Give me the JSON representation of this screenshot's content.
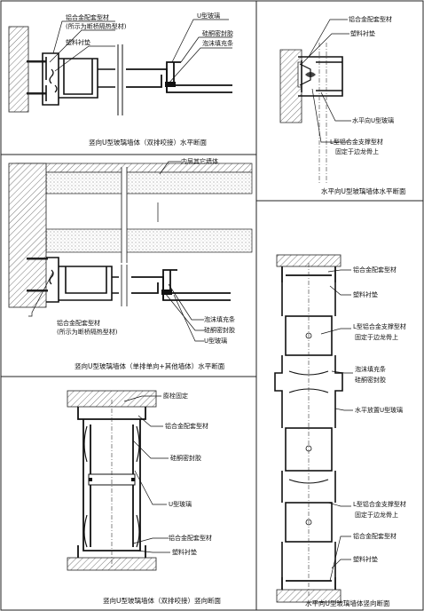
{
  "panels": {
    "p1": {
      "caption": "竖向U型玻璃墙体（双排咬接）水平断面",
      "labels": {
        "l1": "铝合金配套型材",
        "l2": "(所示为断桥隔热型材)",
        "l3": "塑料衬垫",
        "l4": "U型玻璃",
        "l5": "硅酮密封胶",
        "l6": "泡沫填充条"
      }
    },
    "p2": {
      "caption": "水平向U型玻璃墙体水平断面",
      "labels": {
        "l1": "铝合金配套型材",
        "l2": "塑料衬垫",
        "l3": "水平向U型玻璃",
        "l4": "L型铝合金支撑型材",
        "l5": "固定于边龙骨上"
      }
    },
    "p3": {
      "caption": "竖向U型玻璃墙体（单排单向+其他墙体）水平断面",
      "labels": {
        "l1": "内层其它墙体",
        "l2": "铝合金配套型材",
        "l3": "(所示为断桥隔热型材)",
        "l4": "泡沫填充条",
        "l5": "硅酮密封胶",
        "l6": "U型玻璃"
      }
    },
    "p4": {
      "caption": "竖向U型玻璃墙体（双排咬接）竖向断面",
      "labels": {
        "l1": "膨栓固定",
        "l2": "铝合金配套型材",
        "l3": "硅酮密封胶",
        "l4": "U型玻璃",
        "l5": "铝合金配套型材",
        "l6": "塑料衬垫"
      }
    },
    "p5": {
      "caption": "水平向U型玻璃墙体竖向断面",
      "labels": {
        "l1": "铝合金配套型材",
        "l2": "塑料衬垫",
        "l3": "L型铝合金支撑型材",
        "l4": "固定于边龙骨上",
        "l5": "泡沫填充条",
        "l6": "硅酮密封胶",
        "l7": "水平放置U型玻璃",
        "l8": "L型铝合金支撑型材",
        "l9": "固定于边龙骨上",
        "l10": "铝合金配套型材",
        "l11": "塑料衬垫"
      }
    }
  }
}
